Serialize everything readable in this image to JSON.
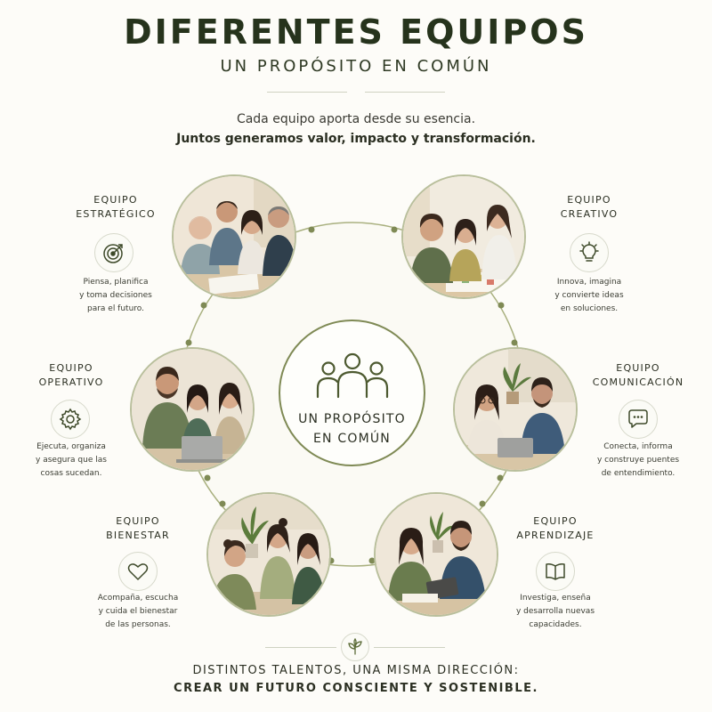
{
  "header": {
    "title": "DIFERENTES EQUIPOS",
    "subtitle": "UN PROPÓSITO EN COMÚN"
  },
  "intro": {
    "line1": "Cada equipo aporta desde su esencia.",
    "line2": "Juntos generamos valor, impacto y transformación."
  },
  "center": {
    "line1": "UN PROPÓSITO",
    "line2": "EN COMÚN",
    "icon": "people-group-icon"
  },
  "teams": [
    {
      "line1": "EQUIPO",
      "line2": "ESTRATÉGICO",
      "icon": "target-icon",
      "desc": [
        "Piensa, planifica",
        "y toma decisiones",
        "para el futuro."
      ]
    },
    {
      "line1": "EQUIPO",
      "line2": "CREATIVO",
      "icon": "lightbulb-icon",
      "desc": [
        "Innova, imagina",
        "y convierte ideas",
        "en soluciones."
      ]
    },
    {
      "line1": "EQUIPO",
      "line2": "OPERATIVO",
      "icon": "gear-icon",
      "desc": [
        "Ejecuta, organiza",
        "y asegura que las",
        "cosas sucedan."
      ]
    },
    {
      "line1": "EQUIPO",
      "line2": "COMUNICACIÓN",
      "icon": "speech-bubble-icon",
      "desc": [
        "Conecta, informa",
        "y construye puentes",
        "de entendimiento."
      ]
    },
    {
      "line1": "EQUIPO",
      "line2": "BIENESTAR",
      "icon": "heart-icon",
      "desc": [
        "Acompaña, escucha",
        "y cuida el bienestar",
        "de las personas."
      ]
    },
    {
      "line1": "EQUIPO",
      "line2": "APRENDIZAJE",
      "icon": "open-book-icon",
      "desc": [
        "Investiga, enseña",
        "y desarrolla nuevas",
        "capacidades."
      ]
    }
  ],
  "footer": {
    "icon": "leaf-sprout-icon",
    "line1": "DISTINTOS TALENTOS, UNA MISMA DIRECCIÓN:",
    "line2": "CREAR UN FUTURO CONSCIENTE Y SOSTENIBLE."
  },
  "colors": {
    "accent": "#7f8a55",
    "title": "#26331c",
    "background": "#fdfcf8"
  }
}
